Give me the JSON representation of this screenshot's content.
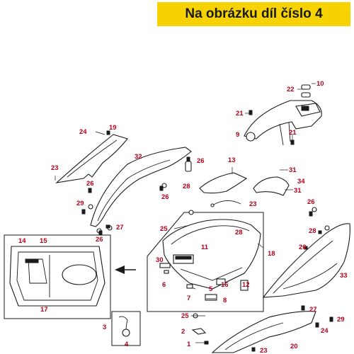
{
  "banner": {
    "text": "Na obrázku díl číslo 4"
  },
  "labels": {
    "l10": "10",
    "l22": "22",
    "l21a": "21",
    "l9": "9",
    "l21b": "21",
    "l24a": "24",
    "l19": "19",
    "l23a": "23",
    "l32": "32",
    "l26a": "26",
    "l28a": "28",
    "l26b": "26",
    "l26c": "26",
    "l29a": "29",
    "l27a": "27",
    "l26d": "26",
    "l13": "13",
    "l31a": "31",
    "l34": "34",
    "l31b": "31",
    "l23b": "23",
    "l25a": "25",
    "l28b": "28",
    "l11": "11",
    "l18": "18",
    "l30": "30",
    "l6": "6",
    "l7": "7",
    "l16": "16",
    "l5": "5",
    "l8": "8",
    "l12": "12",
    "l14": "14",
    "l15": "15",
    "l17": "17",
    "l26e": "26",
    "l28c": "28",
    "l26f": "26",
    "l33": "33",
    "l27b": "27",
    "l29b": "29",
    "l24b": "24",
    "l20": "20",
    "l23c": "23",
    "l25b": "25",
    "l2": "2",
    "l1": "1",
    "l3": "3",
    "l4": "4"
  },
  "colors": {
    "banner_bg": "#f5d200",
    "label": "#b3001b",
    "line": "#1a1a1a"
  }
}
